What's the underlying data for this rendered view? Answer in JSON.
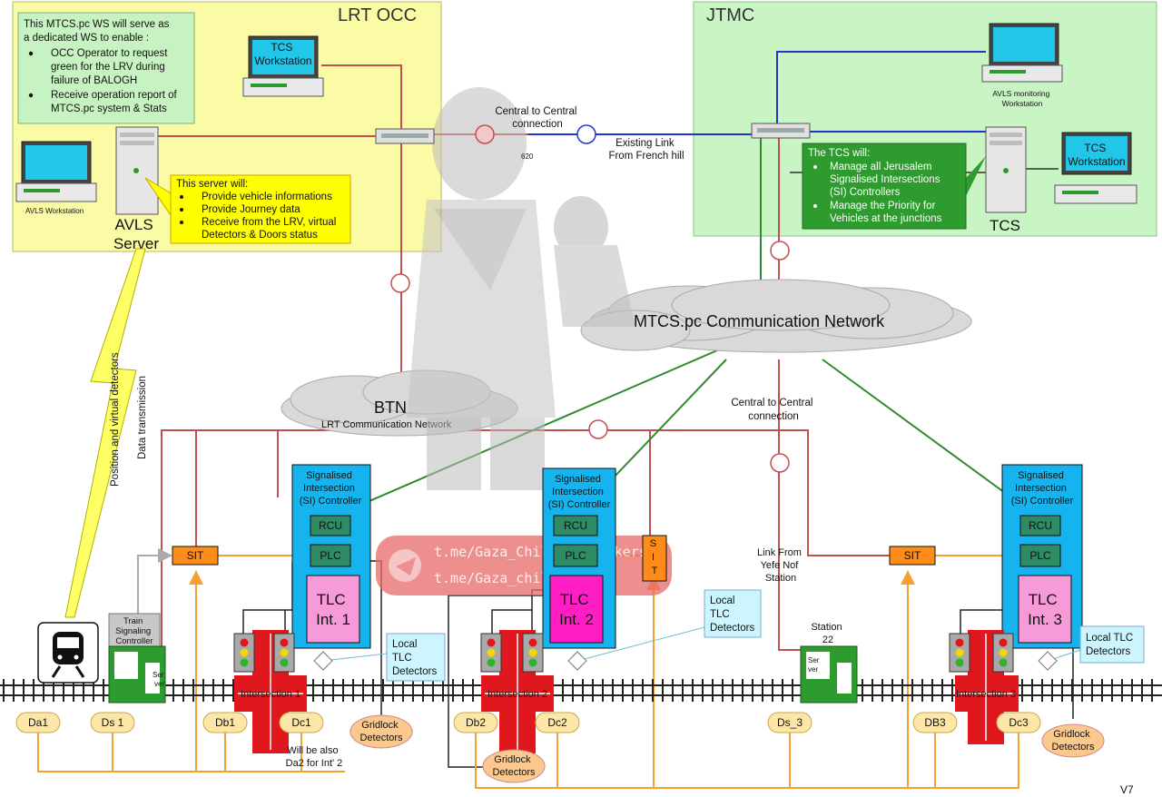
{
  "occ": {
    "title": "LRT OCC",
    "note": [
      "This MTCS.pc WS will serve as",
      "a dedicated WS to enable :"
    ],
    "note_bullets": [
      "OCC Operator to request",
      "green for the LRV during",
      "failure of BALOGH",
      "Receive operation report of",
      "MTCS.pc system & Stats"
    ],
    "tcs_ws": [
      "TCS",
      "Workstation"
    ],
    "avls_ws": "AVLS Workstation",
    "avls_server": [
      "AVLS",
      "Server"
    ],
    "server_note_title": "This server will:",
    "server_note_bullets": [
      "Provide vehicle informations",
      "Provide Journey data",
      "Receive from the LRV, virtual",
      "Detectors & Doors status"
    ]
  },
  "jtmc": {
    "title": "JTMC",
    "avls_mon": [
      "AVLS monitoring",
      "Workstation"
    ],
    "tcs_ws": [
      "TCS",
      "Workstation"
    ],
    "tcs_label": "TCS",
    "note_title": "The TCS will:",
    "note_bullets": [
      "Manage all Jerusalem",
      "Signalised Intersections",
      "(SI) Controllers",
      "Manage the Priority for",
      "Vehicles at the junctions"
    ]
  },
  "links": {
    "c2c_top": [
      "Central to Central",
      "connection"
    ],
    "code": "620",
    "existing": [
      "Existing Link",
      "From French hill"
    ],
    "c2c_mid": [
      "Central to Central",
      "connection"
    ],
    "yefe": [
      "Link From",
      "Yefe Nof",
      "Station"
    ]
  },
  "network": {
    "mtcs": "MTCS.pc Communication Network",
    "btn": "BTN",
    "btn_sub": "LRT Communication Network"
  },
  "radio": [
    "Position and virtual detectors",
    "Data transmission"
  ],
  "si": [
    {
      "title": [
        "Signalised",
        "Intersection",
        "(SI) Controller"
      ],
      "rcu": "RCU",
      "plc": "PLC",
      "tlc": [
        "TLC",
        "Int. 1"
      ],
      "intersection": "Intersection 1"
    },
    {
      "title": [
        "Signalised",
        "Intersection",
        "(SI) Controller"
      ],
      "rcu": "RCU",
      "plc": "PLC",
      "tlc": [
        "TLC",
        "Int. 2"
      ],
      "intersection": "Intersection 2"
    },
    {
      "title": [
        "Signalised",
        "Intersection",
        "(SI) Controller"
      ],
      "rcu": "RCU",
      "plc": "PLC",
      "tlc": [
        "TLC",
        "Int. 3"
      ],
      "intersection": "Intersection 3"
    }
  ],
  "sit": "SIT",
  "sit_vertical": [
    "S",
    "I",
    "T"
  ],
  "train_ctrl": [
    "Train",
    "Signaling",
    "Controller"
  ],
  "server_short": [
    "Ser",
    "ver"
  ],
  "station": [
    "Station",
    "22"
  ],
  "local_tlc": [
    [
      "Local",
      "TLC",
      "Detectors"
    ],
    [
      "Local",
      "TLC",
      "Detectors"
    ],
    [
      "Local TLC",
      "Detectors"
    ]
  ],
  "detectors": [
    "Da1",
    "Ds 1",
    "Db1",
    "Dc1",
    "Db2",
    "Dc2",
    "Ds_3",
    "DB3",
    "Dc3"
  ],
  "gridlock": [
    "Gridlock",
    "Detectors"
  ],
  "will_be": [
    "Will be also",
    "Da2 for Int' 2"
  ],
  "watermark": [
    "t.me/Gaza_Children_hackers",
    "t.me/Gaza_children_ha"
  ],
  "version": "V7"
}
